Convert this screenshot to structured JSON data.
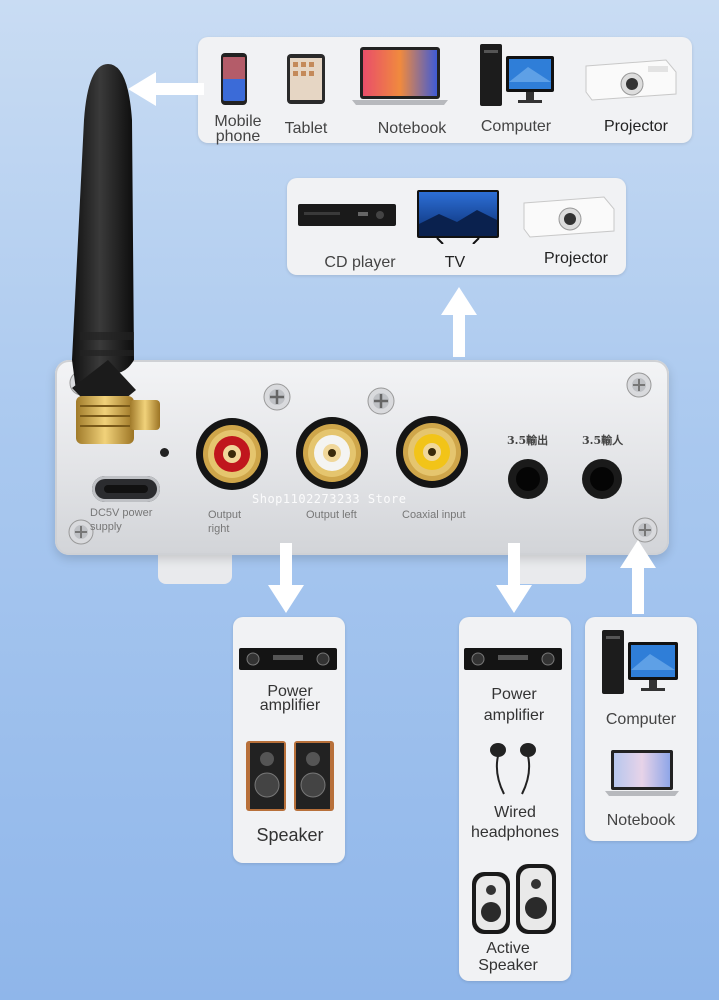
{
  "top_panel": {
    "items": [
      "Mobile phone",
      "Tablet",
      "Notebook",
      "Computer",
      "Projector"
    ]
  },
  "middle_panel": {
    "items": [
      "CD player",
      "TV",
      "Projector"
    ]
  },
  "device_labels": {
    "power": "DC5V power supply",
    "output_right": "Output right",
    "output_left": "Output left",
    "coaxial": "Coaxial input",
    "jack_out": "3.5輸出",
    "jack_in": "3.5輸人"
  },
  "watermark": "Shop1102273233 Store",
  "left_panel": {
    "items": [
      "Power amplifier",
      "Speaker"
    ]
  },
  "center_panel": {
    "items": [
      "Power amplifier",
      "Wired headphones",
      "Active Speaker"
    ]
  },
  "right_panel": {
    "items": [
      "Computer",
      "Notebook"
    ]
  }
}
